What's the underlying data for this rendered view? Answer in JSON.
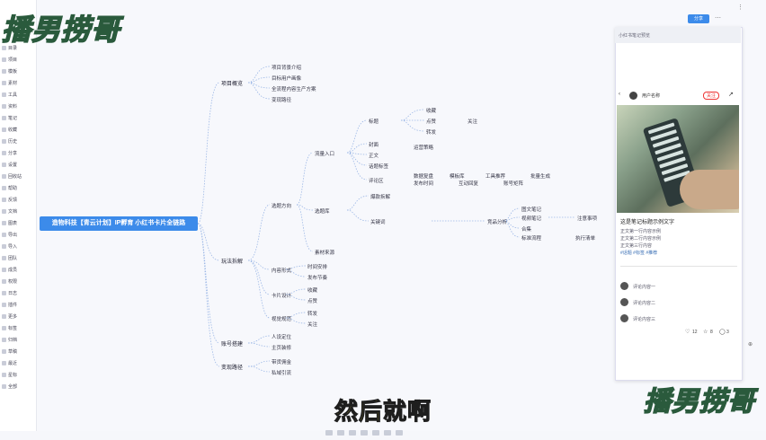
{
  "watermark": {
    "top": "播男捞哥",
    "bottom": "播男捞哥"
  },
  "subtitle": "然后就啊",
  "toolbar": {
    "share_label": "分享",
    "more_icon": "more-icon",
    "close_icon": "close-icon"
  },
  "mindmap": {
    "root": "造物科技【青云计划】IP孵育 小红书卡片全链路",
    "branches": [
      {
        "label": "项目概览",
        "children": [
          "项目背景介绍",
          "目标用户画像",
          "全流程内容生产方案",
          "变现路径"
        ]
      },
      {
        "label": "玩法拆解",
        "children": [
          "选题方向",
          "内容形式",
          "卡片设计",
          "视觉规范",
          "发布节奏"
        ]
      },
      {
        "label": "账号搭建",
        "children": [
          "人设定位",
          "主页装修"
        ]
      },
      {
        "label": "变现路径",
        "children": [
          "带货佣金",
          "私域引流"
        ]
      }
    ],
    "deep_nodes": [
      "流量入口",
      "标题",
      "封面",
      "正文",
      "话题标签",
      "评论区",
      "收藏",
      "点赞",
      "转发",
      "关注",
      "运营策略",
      "数据复盘",
      "素材来源",
      "模板库",
      "工具推荐",
      "批量生成",
      "发布时间",
      "互动回复",
      "账号矩阵",
      "爆款拆解",
      "选题库",
      "关键词",
      "竞品分析",
      "图文笔记",
      "视频笔记",
      "合集",
      "标准流程",
      "注意事项",
      "执行清单",
      "时间安排"
    ]
  },
  "sidebar": {
    "items": [
      "目录",
      "项目",
      "模板",
      "素材",
      "工具",
      "资料",
      "笔记",
      "收藏",
      "历史",
      "分享",
      "设置",
      "回收站",
      "帮助",
      "反馈",
      "文档",
      "图表",
      "导出",
      "导入",
      "团队",
      "成员",
      "权限",
      "日志",
      "插件",
      "更多",
      "标签",
      "归档",
      "草稿",
      "最近",
      "星标",
      "全部"
    ]
  },
  "phone": {
    "top_label": "小红书笔记预览",
    "author": "用户名称",
    "follow": "关注",
    "title": "这是笔记标题示例文字",
    "lines": [
      "正文第一行内容示例",
      "正文第二行内容示例",
      "正文第三行内容",
      "#话题 #标签 #推荐"
    ],
    "comments": [
      "评论内容一",
      "评论内容二",
      "评论内容三"
    ],
    "likes": "12",
    "collects": "8",
    "replies": "3"
  },
  "colors": {
    "root": "#3c8bea",
    "subtitle": "#f7df3a",
    "line": "#9db8e6"
  }
}
